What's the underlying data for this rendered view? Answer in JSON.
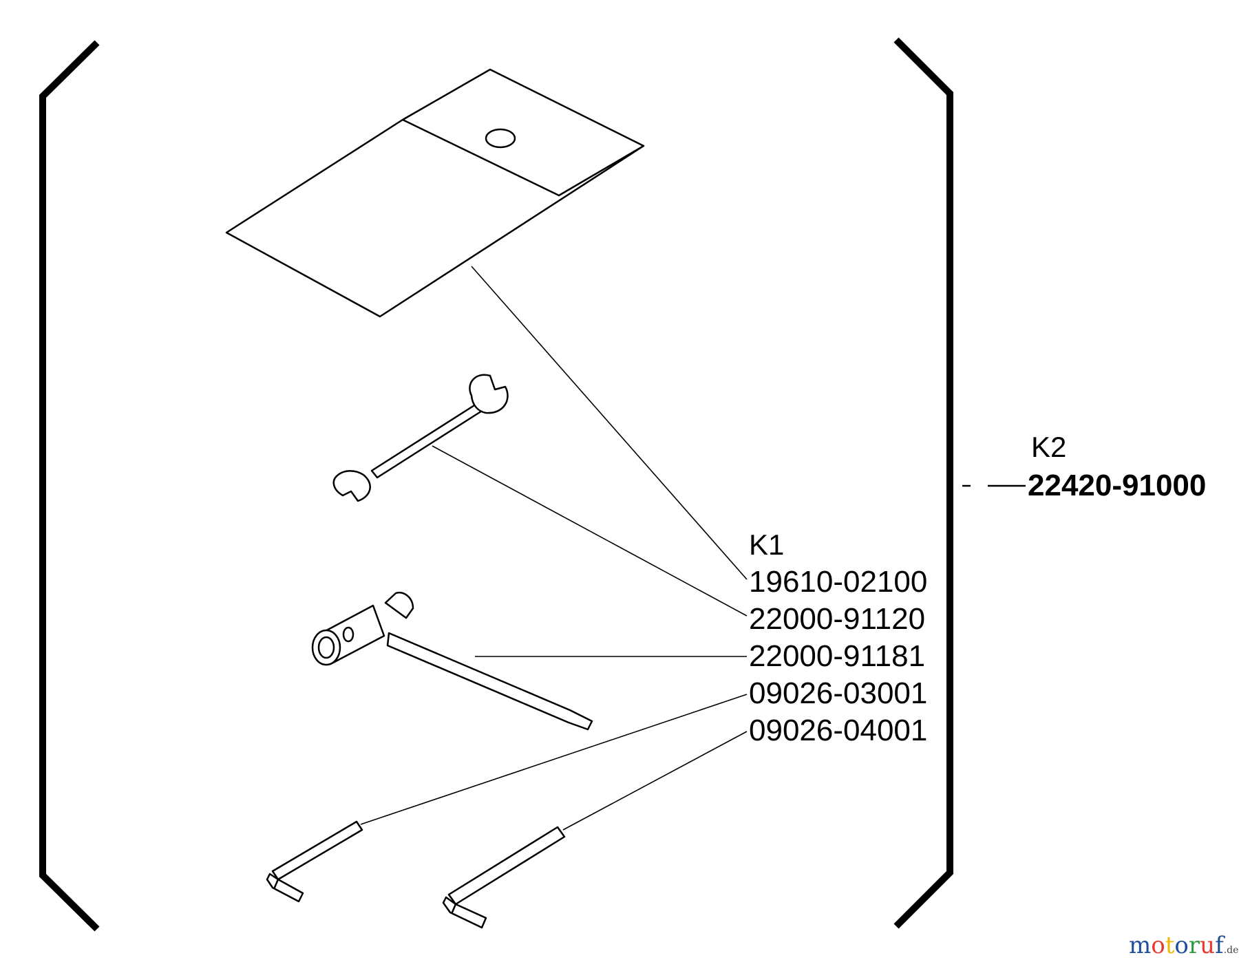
{
  "kit_main": {
    "label": "K2",
    "part_number": "22420-91000"
  },
  "kit_sub": {
    "label": "K1",
    "part_numbers": [
      "19610-02100",
      "22000-91120",
      "22000-91181",
      "09026-03001",
      "09026-04001"
    ]
  },
  "watermark": {
    "letters": [
      "m",
      "o",
      "t",
      "o",
      "r",
      "u",
      "f"
    ],
    "colors": [
      "#1f4e9c",
      "#e63a2e",
      "#f2b705",
      "#1f4e9c",
      "#2e9c3c",
      "#e63a2e",
      "#1f4e9c"
    ],
    "suffix": ".de"
  },
  "colors": {
    "ink": "#000000",
    "background": "#ffffff"
  }
}
